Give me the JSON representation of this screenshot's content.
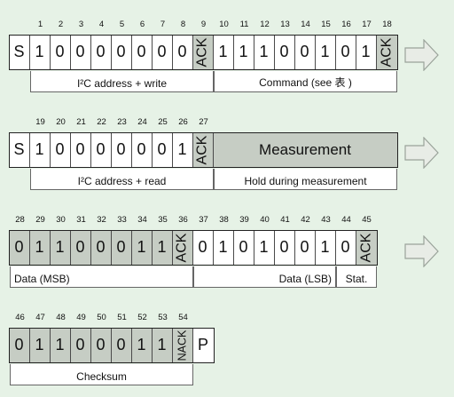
{
  "rows": [
    {
      "id": "row1",
      "bit_numbers": [
        "1",
        "2",
        "3",
        "4",
        "5",
        "6",
        "7",
        "8",
        "9",
        "10",
        "11",
        "12",
        "13",
        "14",
        "15",
        "16",
        "17",
        "18"
      ],
      "cells": [
        {
          "text": "S",
          "kind": "start"
        },
        {
          "text": "1",
          "kind": "bit"
        },
        {
          "text": "0",
          "kind": "bit"
        },
        {
          "text": "0",
          "kind": "bit"
        },
        {
          "text": "0",
          "kind": "bit"
        },
        {
          "text": "0",
          "kind": "bit"
        },
        {
          "text": "0",
          "kind": "bit"
        },
        {
          "text": "0",
          "kind": "bit"
        },
        {
          "text": "0",
          "kind": "bit"
        },
        {
          "text": "ACK",
          "kind": "ack"
        },
        {
          "text": "1",
          "kind": "bit"
        },
        {
          "text": "1",
          "kind": "bit"
        },
        {
          "text": "1",
          "kind": "bit"
        },
        {
          "text": "0",
          "kind": "bit"
        },
        {
          "text": "0",
          "kind": "bit"
        },
        {
          "text": "1",
          "kind": "bit"
        },
        {
          "text": "0",
          "kind": "bit"
        },
        {
          "text": "1",
          "kind": "bit"
        },
        {
          "text": "ACK",
          "kind": "ack"
        }
      ],
      "labels": [
        {
          "text": "I²C address + write"
        },
        {
          "text": "Command (see 表 )"
        }
      ]
    },
    {
      "id": "row2",
      "bit_numbers": [
        "19",
        "20",
        "21",
        "22",
        "23",
        "24",
        "25",
        "26",
        "27"
      ],
      "cells": [
        {
          "text": "S",
          "kind": "start"
        },
        {
          "text": "1",
          "kind": "bit"
        },
        {
          "text": "0",
          "kind": "bit"
        },
        {
          "text": "0",
          "kind": "bit"
        },
        {
          "text": "0",
          "kind": "bit"
        },
        {
          "text": "0",
          "kind": "bit"
        },
        {
          "text": "0",
          "kind": "bit"
        },
        {
          "text": "0",
          "kind": "bit"
        },
        {
          "text": "1",
          "kind": "bit"
        },
        {
          "text": "ACK",
          "kind": "ack"
        },
        {
          "text": "Measurement",
          "kind": "measure"
        }
      ],
      "labels": [
        {
          "text": "I²C address + read"
        },
        {
          "text": "Hold during measurement"
        }
      ]
    },
    {
      "id": "row3",
      "bit_numbers": [
        "28",
        "29",
        "30",
        "31",
        "32",
        "33",
        "34",
        "35",
        "36",
        "37",
        "38",
        "39",
        "40",
        "41",
        "42",
        "43",
        "44",
        "45"
      ],
      "cells": [
        {
          "text": "0",
          "kind": "data"
        },
        {
          "text": "1",
          "kind": "data"
        },
        {
          "text": "1",
          "kind": "data"
        },
        {
          "text": "0",
          "kind": "data"
        },
        {
          "text": "0",
          "kind": "data"
        },
        {
          "text": "0",
          "kind": "data"
        },
        {
          "text": "1",
          "kind": "data"
        },
        {
          "text": "1",
          "kind": "data"
        },
        {
          "text": "ACK",
          "kind": "ack"
        },
        {
          "text": "0",
          "kind": "bit"
        },
        {
          "text": "1",
          "kind": "bit"
        },
        {
          "text": "0",
          "kind": "bit"
        },
        {
          "text": "1",
          "kind": "bit"
        },
        {
          "text": "0",
          "kind": "bit"
        },
        {
          "text": "0",
          "kind": "bit"
        },
        {
          "text": "1",
          "kind": "bit"
        },
        {
          "text": "0",
          "kind": "bit"
        },
        {
          "text": "ACK",
          "kind": "ack"
        }
      ],
      "labels": [
        {
          "text": "Data (MSB)"
        },
        {
          "text": "Data (LSB)"
        },
        {
          "text": "Stat."
        }
      ]
    },
    {
      "id": "row4",
      "bit_numbers": [
        "46",
        "47",
        "48",
        "49",
        "50",
        "51",
        "52",
        "53",
        "54"
      ],
      "cells": [
        {
          "text": "0",
          "kind": "data"
        },
        {
          "text": "1",
          "kind": "data"
        },
        {
          "text": "1",
          "kind": "data"
        },
        {
          "text": "0",
          "kind": "data"
        },
        {
          "text": "0",
          "kind": "data"
        },
        {
          "text": "0",
          "kind": "data"
        },
        {
          "text": "1",
          "kind": "data"
        },
        {
          "text": "1",
          "kind": "data"
        },
        {
          "text": "NACK",
          "kind": "nack"
        },
        {
          "text": "P",
          "kind": "stop"
        }
      ],
      "labels": [
        {
          "text": "Checksum"
        }
      ]
    }
  ],
  "colors": {
    "background": "#e6f2e6",
    "cell_white": "#ffffff",
    "cell_gray": "#c6cdc4",
    "border": "#222222",
    "arrow_fill": "#e8ece6",
    "arrow_stroke": "#9aa39a"
  },
  "icons": [
    "continue-arrow-icon"
  ]
}
